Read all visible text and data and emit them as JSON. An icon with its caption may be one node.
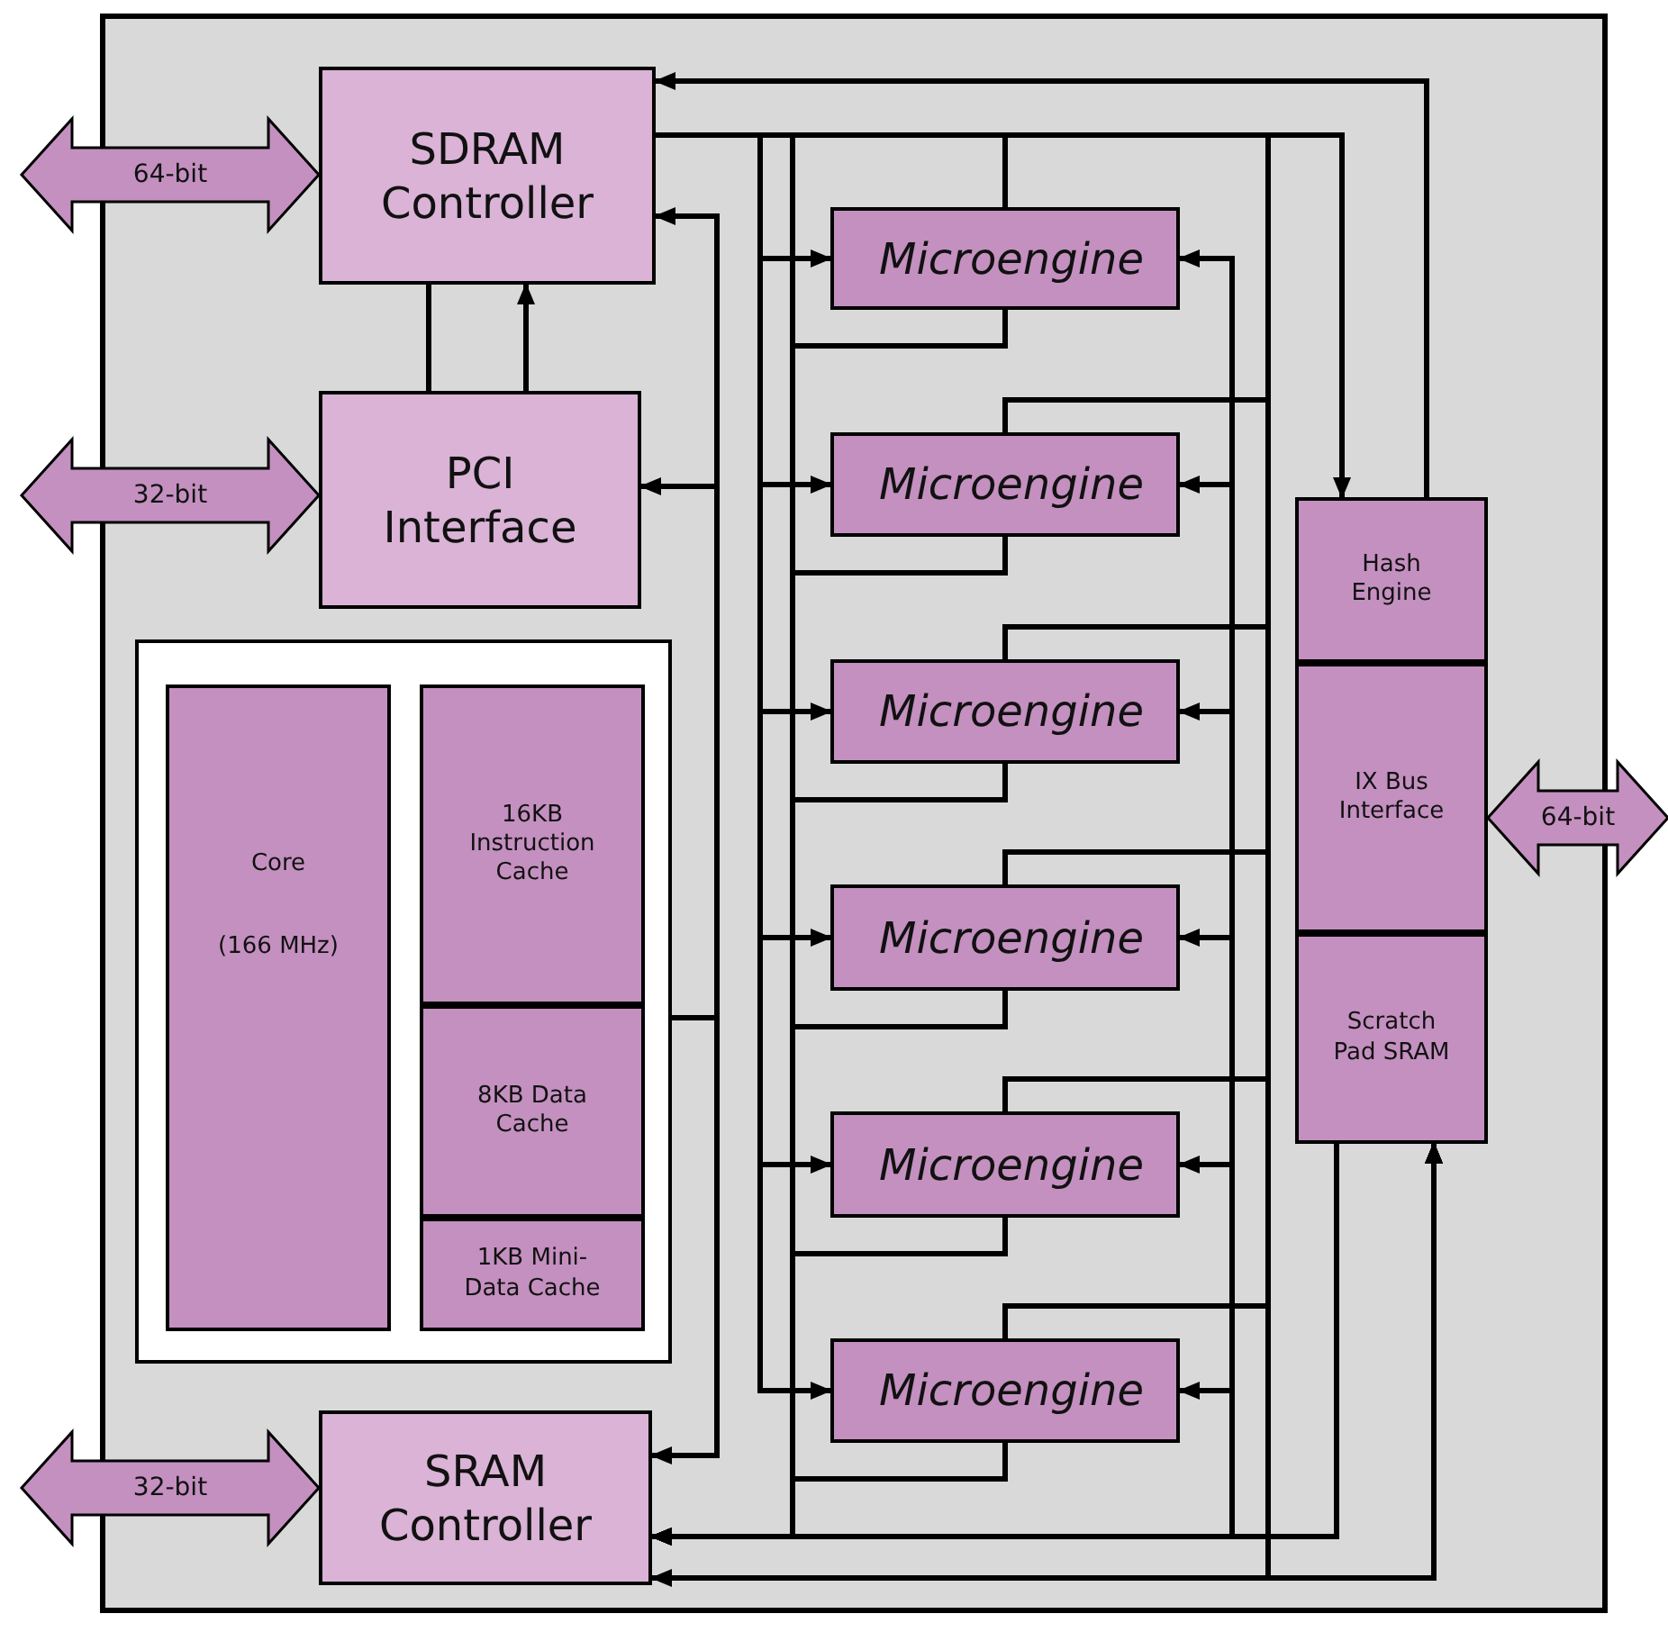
{
  "diagram": {
    "nodes": [
      {
        "text": [
          "SDRAM Controller"
        ]
      },
      {
        "text": [
          "PCI Interface"
        ]
      },
      {
        "text": [],
        "shape": "box"
      },
      {
        "text": [
          "Core",
          "(166 MHz)"
        ],
        "in": 2
      },
      {
        "text": [
          "16KB Instruction Cache"
        ],
        "in": 2
      },
      {
        "text": [
          "8KB Data Cache"
        ],
        "in": 2
      },
      {
        "text": [
          "1KB Mini-Data Cache"
        ],
        "in": 2
      },
      {
        "text": [
          "SRAM Controller"
        ]
      },
      {
        "text": [
          "Microengine"
        ]
      },
      {
        "text": [
          "Microengine"
        ]
      },
      {
        "text": [
          "Microengine"
        ]
      },
      {
        "text": [
          "Microengine"
        ]
      },
      {
        "text": [
          "Microengine"
        ]
      },
      {
        "text": [
          "Microengine"
        ]
      },
      {
        "text": [
          "Hash Engine"
        ]
      },
      {
        "text": [
          "IX Bus Interface"
        ]
      },
      {
        "text": [
          "Scratch Pad SRAM"
        ]
      }
    ],
    "edges": [
      {
        "from": 14,
        "to": 0,
        "arrow": "to"
      },
      {
        "from": 0,
        "to": 14,
        "arrow": "to"
      },
      {
        "from": 0,
        "to": 8,
        "arrow": "to"
      },
      {
        "from": 0,
        "to": 9,
        "arrow": "to"
      },
      {
        "from": 0,
        "to": 10,
        "arrow": "to"
      },
      {
        "from": 0,
        "to": 11,
        "arrow": "to"
      },
      {
        "from": 0,
        "to": 12,
        "arrow": "to"
      },
      {
        "from": 0,
        "to": 13,
        "arrow": "to"
      },
      {
        "from": 0,
        "to": 7,
        "arrow": "to"
      },
      {
        "from": 0,
        "to": 16,
        "arrow": "to"
      },
      {
        "from": 8,
        "to": 7,
        "arrow": "to"
      },
      {
        "from": 9,
        "to": 7,
        "arrow": "to"
      },
      {
        "from": 10,
        "to": 7,
        "arrow": "to"
      },
      {
        "from": 11,
        "to": 7,
        "arrow": "to"
      },
      {
        "from": 12,
        "to": 7,
        "arrow": "to"
      },
      {
        "from": 13,
        "to": 7,
        "arrow": "to"
      },
      {
        "from": 8,
        "to": 16,
        "arrow": "to"
      },
      {
        "from": 9,
        "to": 16,
        "arrow": "to"
      },
      {
        "from": 10,
        "to": 16,
        "arrow": "to"
      },
      {
        "from": 11,
        "to": 16,
        "arrow": "to"
      },
      {
        "from": 12,
        "to": 16,
        "arrow": "to"
      },
      {
        "from": 13,
        "to": 16,
        "arrow": "to"
      },
      {
        "from": 16,
        "to": 7,
        "arrow": "to"
      },
      {
        "from": 16,
        "to": 8,
        "arrow": "to"
      },
      {
        "from": 16,
        "to": 9,
        "arrow": "to"
      },
      {
        "from": 16,
        "to": 10,
        "arrow": "to"
      },
      {
        "from": 16,
        "to": 11,
        "arrow": "to"
      },
      {
        "from": 16,
        "to": 12,
        "arrow": "to"
      },
      {
        "from": 16,
        "to": 13,
        "arrow": "to"
      },
      {
        "from": 7,
        "to": 16,
        "arrow": "both"
      },
      {
        "from": 2,
        "to": 0,
        "arrow": "to"
      },
      {
        "from": 2,
        "to": 1,
        "arrow": "to"
      },
      {
        "from": 2,
        "to": 7,
        "arrow": "to"
      },
      {
        "from": 1,
        "to": 0,
        "arrow": "to"
      },
      {
        "from": 1,
        "to": 0,
        "arrow": "none"
      },
      {
        "from": null,
        "to": 0,
        "arrow": "both",
        "label": "64-bit",
        "style": "thick"
      },
      {
        "from": null,
        "to": 1,
        "arrow": "both",
        "label": "32-bit",
        "style": "thick"
      },
      {
        "from": null,
        "to": 7,
        "arrow": "both",
        "label": "32-bit",
        "style": "thick"
      },
      {
        "from": null,
        "to": 15,
        "arrow": "both",
        "label": "64-bit",
        "style": "thick"
      }
    ]
  }
}
